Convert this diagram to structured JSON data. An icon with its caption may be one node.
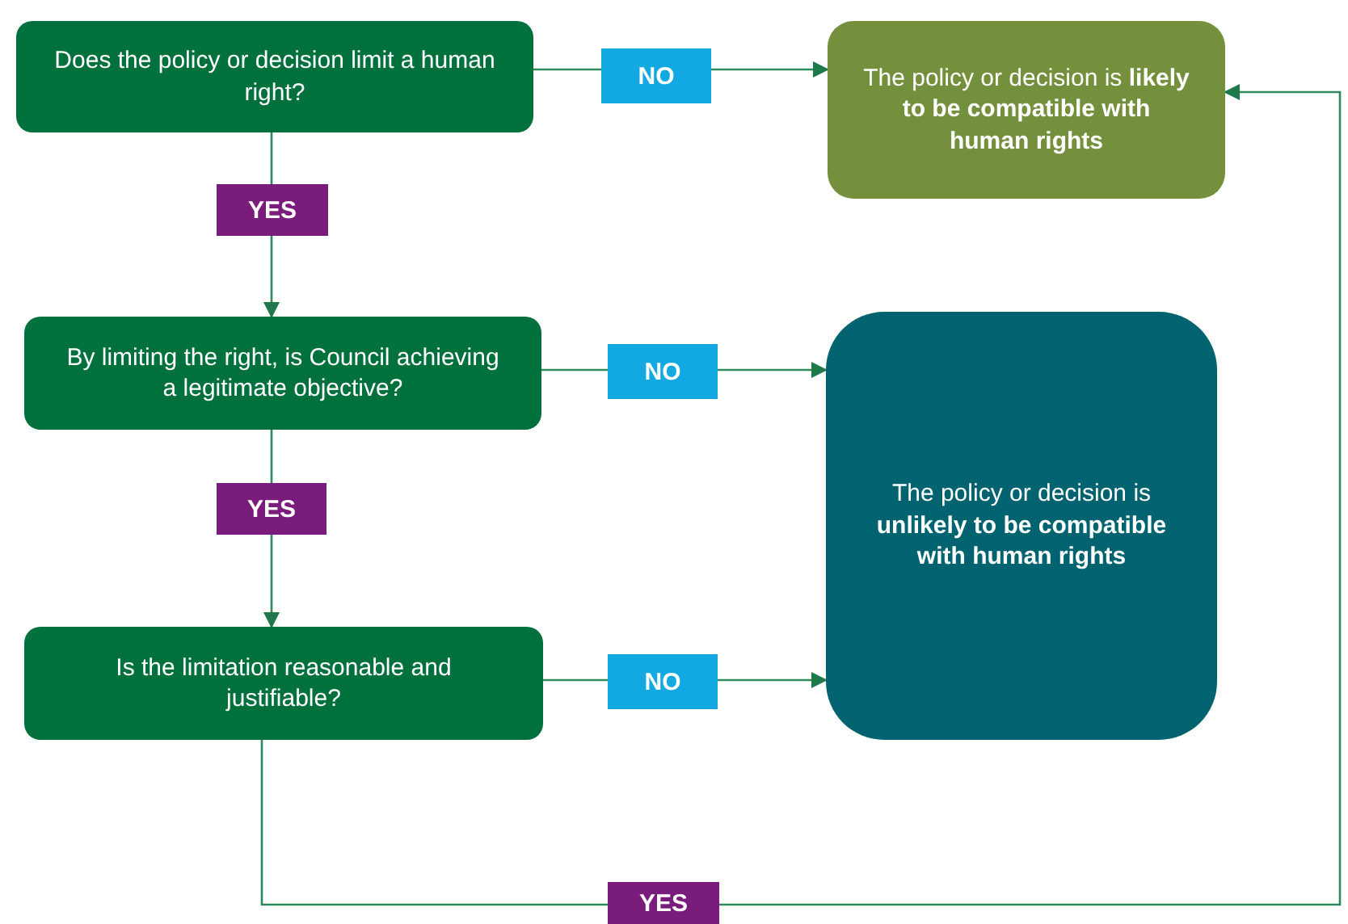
{
  "diagram": {
    "nodes": [
      {
        "text": [
          "Does the policy or decision limit a human right?"
        ]
      },
      {
        "text": [
          "The policy or decision is **likely to be compatible with human rights**"
        ]
      },
      {
        "text": [
          "By limiting the right, is Council achieving a legitimate objective?"
        ]
      },
      {
        "text": [
          "The policy or decision is **unlikely to be compatible with human rights**"
        ]
      },
      {
        "text": [
          "Is the limitation reasonable and justifiable?"
        ]
      }
    ],
    "edges": [
      {
        "from": 0,
        "to": 1,
        "arrow": "to",
        "label": "NO"
      },
      {
        "from": 0,
        "to": 2,
        "arrow": "to",
        "label": "YES"
      },
      {
        "from": 2,
        "to": 3,
        "arrow": "to",
        "label": "NO"
      },
      {
        "from": 2,
        "to": 4,
        "arrow": "to",
        "label": "YES"
      },
      {
        "from": 4,
        "to": 3,
        "arrow": "to",
        "label": "NO"
      },
      {
        "from": 4,
        "to": 1,
        "arrow": "to",
        "label": "YES"
      }
    ]
  }
}
